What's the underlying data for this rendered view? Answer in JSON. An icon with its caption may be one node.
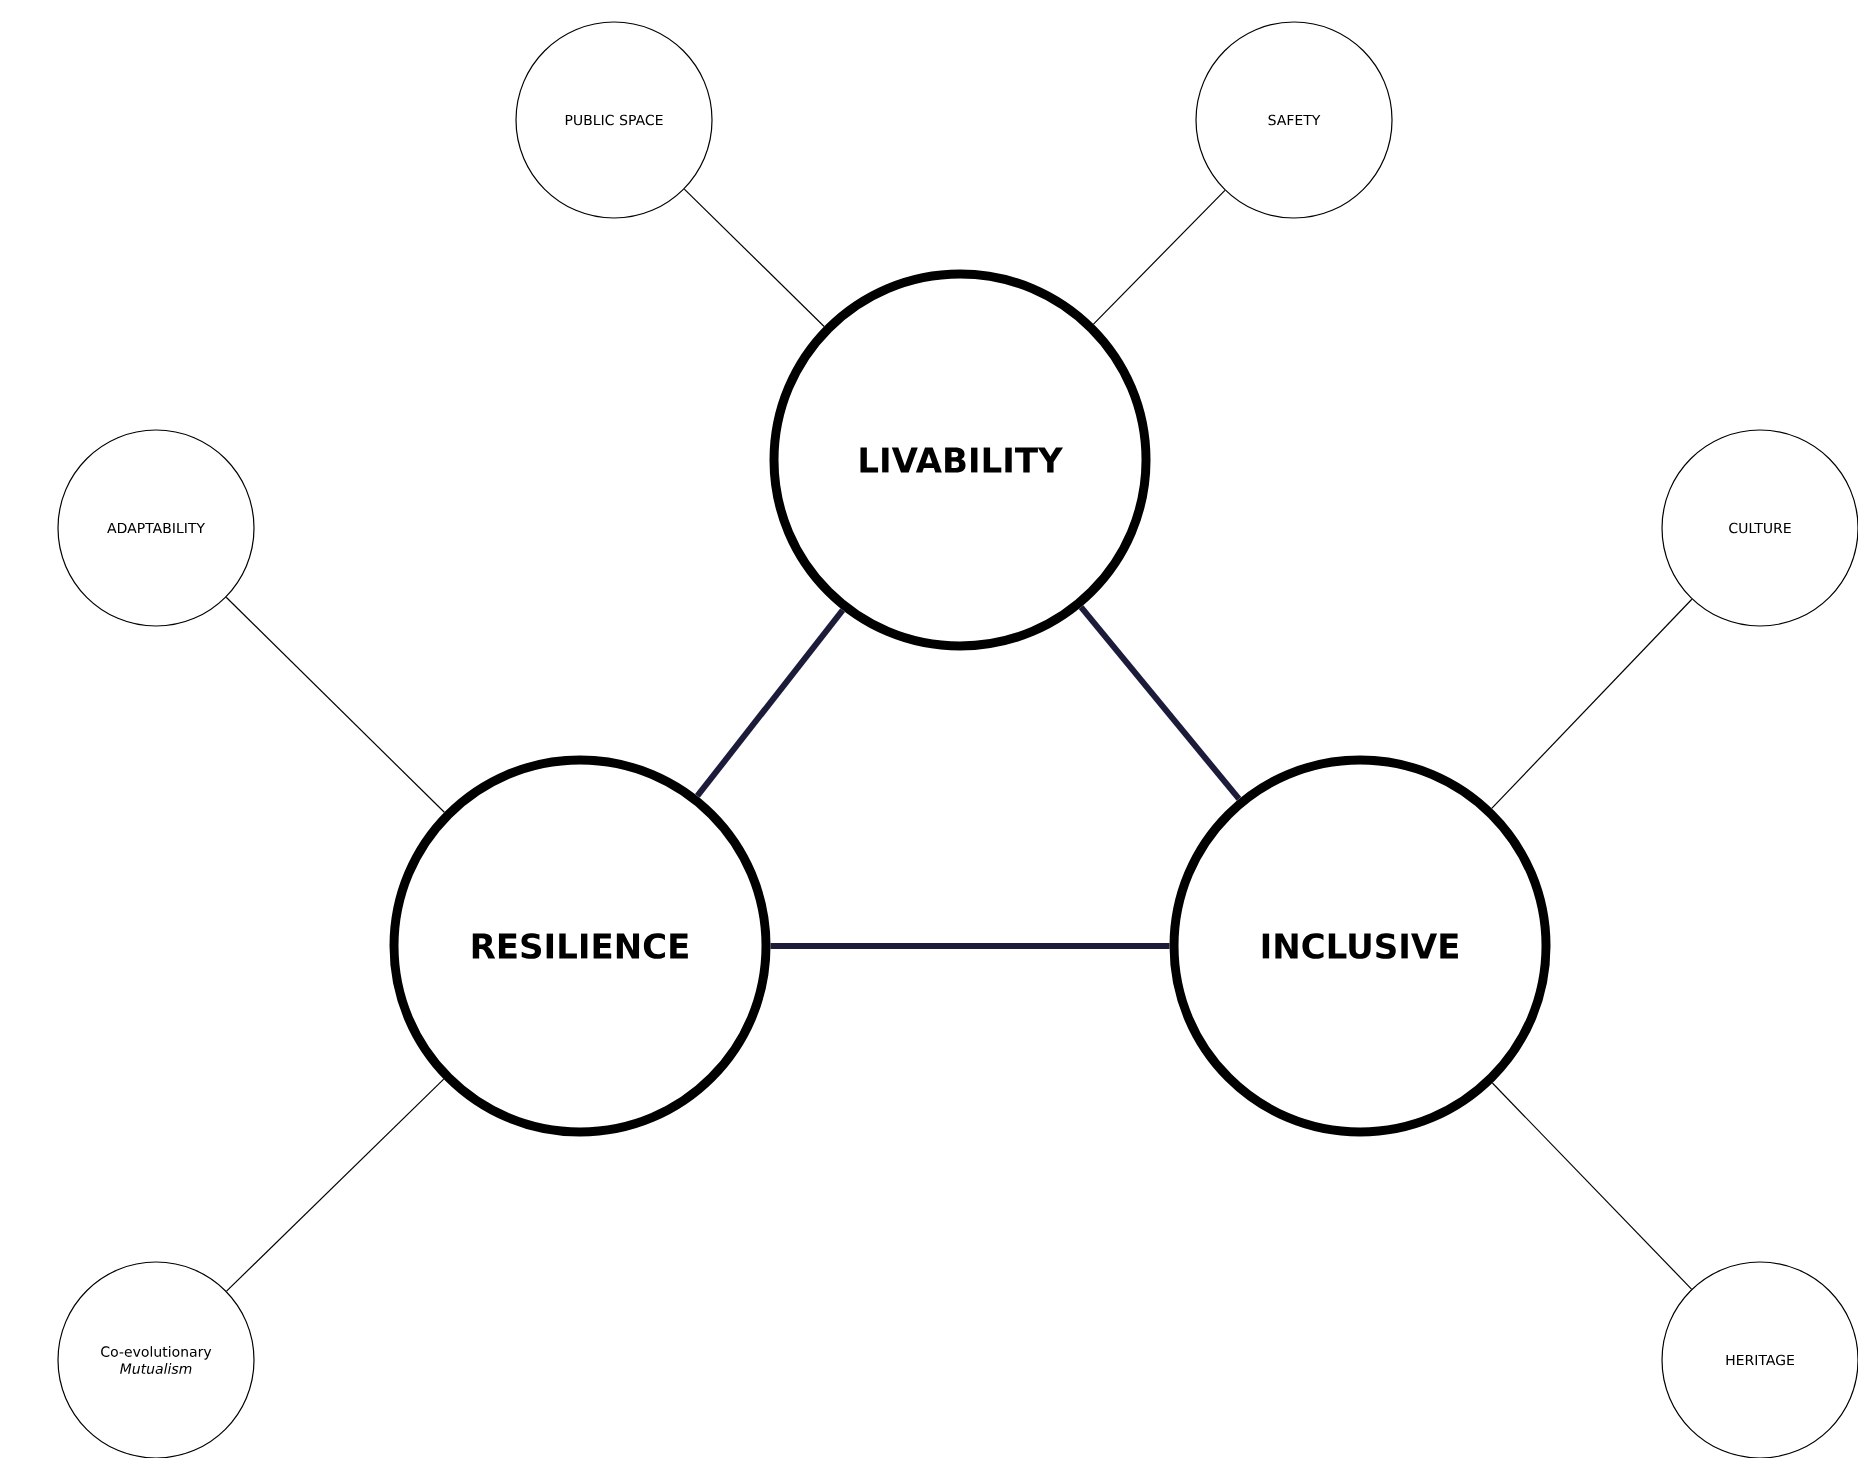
{
  "diagram": {
    "nodes": [
      {
        "text": [
          "PUBLIC SPACE"
        ]
      },
      {
        "text": [
          "SAFETY"
        ]
      },
      {
        "text": [
          "LIVABILITY"
        ]
      },
      {
        "text": [
          "ADAPTABILITY"
        ]
      },
      {
        "text": [
          "CULTURE"
        ]
      },
      {
        "text": [
          "RESILIENCE"
        ]
      },
      {
        "text": [
          "INCLUSIVE"
        ]
      },
      {
        "text": [
          "Co-evolutionary *Mutualism*"
        ]
      },
      {
        "text": [
          "HERITAGE"
        ]
      }
    ],
    "edges": [
      {
        "from": 2,
        "to": 5,
        "arrow": "none",
        "style": "thick",
        "color": "#1c1c3a"
      },
      {
        "from": 2,
        "to": 6,
        "arrow": "none",
        "style": "thick",
        "color": "#1c1c3a"
      },
      {
        "from": 5,
        "to": 6,
        "arrow": "none",
        "style": "thick",
        "color": "#1c1c3a"
      },
      {
        "from": 0,
        "to": 2,
        "arrow": "none"
      },
      {
        "from": 1,
        "to": 2,
        "arrow": "none"
      },
      {
        "from": 3,
        "to": 5,
        "arrow": "none"
      },
      {
        "from": 4,
        "to": 6,
        "arrow": "none"
      },
      {
        "from": 7,
        "to": 5,
        "arrow": "none"
      },
      {
        "from": 8,
        "to": 6,
        "arrow": "none"
      }
    ]
  }
}
